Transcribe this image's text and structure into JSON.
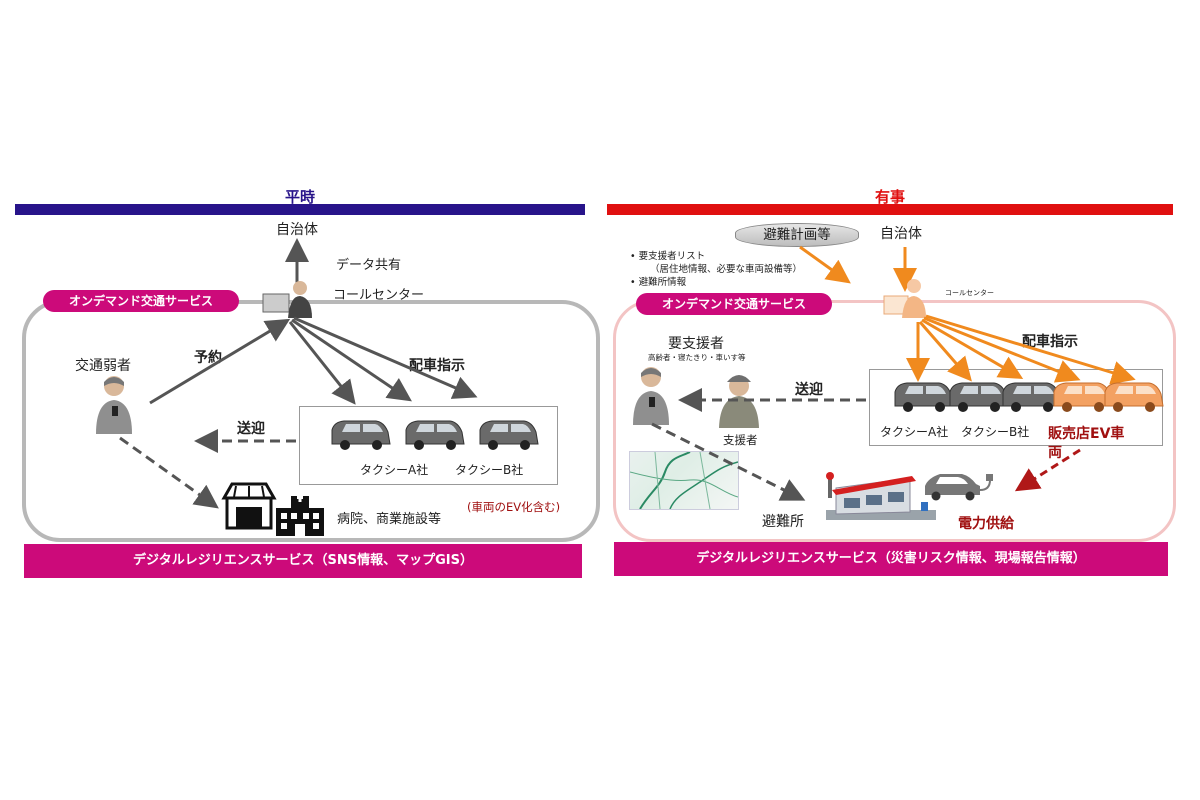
{
  "left": {
    "title": "平時",
    "municipality": "自治体",
    "data_share": "データ共有",
    "call_center": "コールセンター",
    "service_pill": "オンデマンド交通サービス",
    "vulnerable": "交通弱者",
    "reservation": "予約",
    "dispatch": "配車指示",
    "pickup": "送迎",
    "taxi_a": "タクシーA社",
    "taxi_b": "タクシーB社",
    "facilities": "病院、商業施設等",
    "ev_note": "(車両のEV化含む)",
    "bottom_bar": "デジタルレジリエンスサービス（SNS情報、マップGIS）"
  },
  "right": {
    "title": "有事",
    "evac_plan": "避難計画等",
    "municipality": "自治体",
    "bullet_1": "要支援者リスト",
    "bullet_1_sub": "（居住地情報、必要な車両設備等）",
    "bullet_2": "避難所情報",
    "call_center": "コールセンター",
    "service_pill": "オンデマンド交通サービス",
    "needs_support": "要支援者",
    "needs_support_sub": "高齢者・寝たきり・車いす等",
    "supporter": "支援者",
    "pickup": "送迎",
    "dispatch": "配車指示",
    "taxi_a": "タクシーA社",
    "taxi_b": "タクシーB社",
    "dealer_ev_1": "販売店EV車",
    "dealer_ev_2": "両",
    "shelter": "避難所",
    "power_supply": "電力供給",
    "bottom_bar": "デジタルレジリエンスサービス（災害リスク情報、現場報告情報）"
  },
  "colors": {
    "left_bar": "#28148a",
    "right_bar": "#e01010",
    "magenta": "#cc0a7a",
    "orange": "#f08a1e",
    "dark_red": "#a01010",
    "arrow_gray": "#555555"
  },
  "icons": [
    "person-phone-icon",
    "operator-icon",
    "van-icon",
    "store-icon",
    "hospital-icon",
    "shelter-building-icon",
    "ev-car-icon",
    "map-icon",
    "database-icon"
  ]
}
